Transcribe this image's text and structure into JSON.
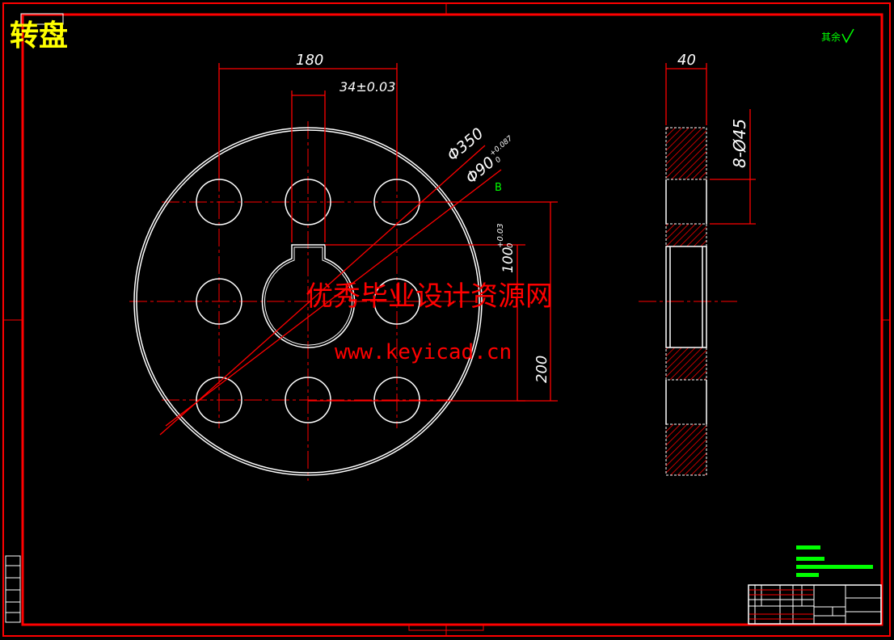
{
  "title": "转盘",
  "roughness_note": "其余",
  "dimensions": {
    "width_180": "180",
    "keyway_width": "34±0.03",
    "outer_diameter": "Φ350",
    "bore_diameter": "Φ90",
    "bore_tolerance_upper": "+0.087",
    "bore_tolerance_lower": "0",
    "keyway_depth": "100",
    "keyway_depth_tol_upper": "+0.03",
    "keyway_depth_tol_lower": "0",
    "height_200": "200",
    "thickness": "40",
    "holes": "8-Ø45"
  },
  "datum": "B",
  "watermark": {
    "line1": "优秀毕业设计资源网",
    "line2": "www.keyicad.cn"
  },
  "colors": {
    "frame": "#ff0000",
    "outline": "#ffffff",
    "title": "#ffff00",
    "notes": "#00ff00"
  }
}
